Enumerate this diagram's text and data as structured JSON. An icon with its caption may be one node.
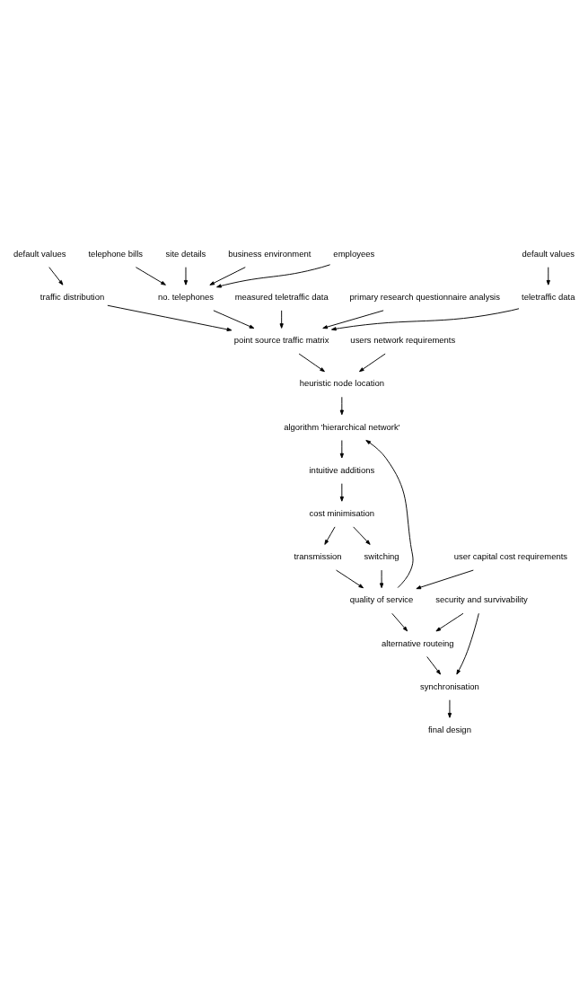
{
  "diagram": {
    "nodes": [
      {
        "text": [
          "telephone bills"
        ]
      },
      {
        "text": [
          "site details"
        ]
      },
      {
        "text": [
          "business environment"
        ]
      },
      {
        "text": [
          "employees"
        ]
      },
      {
        "text": [
          "no. telephones"
        ]
      },
      {
        "text": [
          "default values"
        ]
      },
      {
        "text": [
          "traffic distribution"
        ]
      },
      {
        "text": [
          "measured teletraffic data"
        ]
      },
      {
        "text": [
          "primary research questionnaire analysis"
        ]
      },
      {
        "text": [
          "default values"
        ]
      },
      {
        "text": [
          "teletraffic data"
        ]
      },
      {
        "text": [
          "point source traffic matrix"
        ]
      },
      {
        "text": [
          "users network requirements"
        ]
      },
      {
        "text": [
          "heuristic node location"
        ]
      },
      {
        "text": [
          "algorithm 'hierarchical network'"
        ]
      },
      {
        "text": [
          "intuitive additions"
        ]
      },
      {
        "text": [
          "cost minimisation"
        ]
      },
      {
        "text": [
          "transmission"
        ]
      },
      {
        "text": [
          "switching"
        ]
      },
      {
        "text": [
          "user capital cost requirements"
        ]
      },
      {
        "text": [
          "quality of service"
        ]
      },
      {
        "text": [
          "security and survivability"
        ]
      },
      {
        "text": [
          "alternative routeing"
        ]
      },
      {
        "text": [
          "synchronisation"
        ]
      },
      {
        "text": [
          "final design"
        ]
      }
    ],
    "edges": [
      {
        "from": 0,
        "to": 4,
        "arrow": "to"
      },
      {
        "from": 1,
        "to": 4,
        "arrow": "to"
      },
      {
        "from": 2,
        "to": 4,
        "arrow": "to"
      },
      {
        "from": 3,
        "to": 4,
        "arrow": "to"
      },
      {
        "from": 5,
        "to": 6,
        "arrow": "to"
      },
      {
        "from": 4,
        "to": 11,
        "arrow": "to"
      },
      {
        "from": 6,
        "to": 11,
        "arrow": "to"
      },
      {
        "from": 7,
        "to": 11,
        "arrow": "to"
      },
      {
        "from": 8,
        "to": 11,
        "arrow": "to"
      },
      {
        "from": 9,
        "to": 10,
        "arrow": "to"
      },
      {
        "from": 10,
        "to": 11,
        "arrow": "to"
      },
      {
        "from": 11,
        "to": 13,
        "arrow": "to"
      },
      {
        "from": 12,
        "to": 13,
        "arrow": "to"
      },
      {
        "from": 13,
        "to": 14,
        "arrow": "to"
      },
      {
        "from": 14,
        "to": 15,
        "arrow": "to"
      },
      {
        "from": 15,
        "to": 16,
        "arrow": "to"
      },
      {
        "from": 16,
        "to": 17,
        "arrow": "to"
      },
      {
        "from": 16,
        "to": 18,
        "arrow": "to"
      },
      {
        "from": 17,
        "to": 20,
        "arrow": "to"
      },
      {
        "from": 18,
        "to": 20,
        "arrow": "to"
      },
      {
        "from": 19,
        "to": 20,
        "arrow": "to"
      },
      {
        "from": 20,
        "to": 14,
        "arrow": "to"
      },
      {
        "from": 20,
        "to": 22,
        "arrow": "to"
      },
      {
        "from": 21,
        "to": 22,
        "arrow": "to"
      },
      {
        "from": 21,
        "to": 23,
        "arrow": "to"
      },
      {
        "from": 22,
        "to": 23,
        "arrow": "to"
      },
      {
        "from": 23,
        "to": 24,
        "arrow": "to"
      }
    ]
  }
}
